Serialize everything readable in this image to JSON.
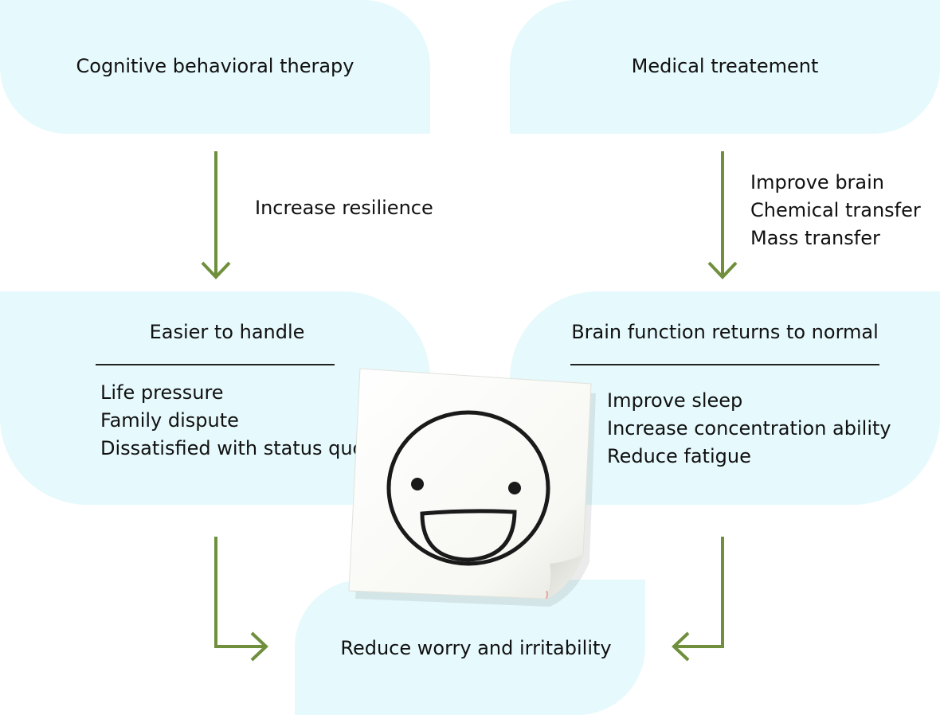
{
  "nodes": {
    "cbt": "Cognitive behavioral therapy",
    "medical": "Medical treatement",
    "easier": "Easier to handle",
    "brain_normal": "Brain function returns to normal",
    "reduce": "Reduce worry and irritability"
  },
  "edge_labels": {
    "cbt_to_easier": "Increase resilience",
    "medical_to_brain": [
      "Improve brain",
      "Chemical transfer",
      "Mass transfer"
    ]
  },
  "easier_items": [
    "Life pressure",
    "Family dispute",
    "Dissatisfied with status quo"
  ],
  "brain_items": [
    "Improve sleep",
    "Increase concentration ability",
    "Reduce fatigue"
  ],
  "colors": {
    "box_fill": "#e6f9fc",
    "arrow": "#6f8f3c",
    "note_paper": "#fbfbf8"
  },
  "icons": {
    "sticky_note": "smiley-face-sticky-note-icon"
  }
}
